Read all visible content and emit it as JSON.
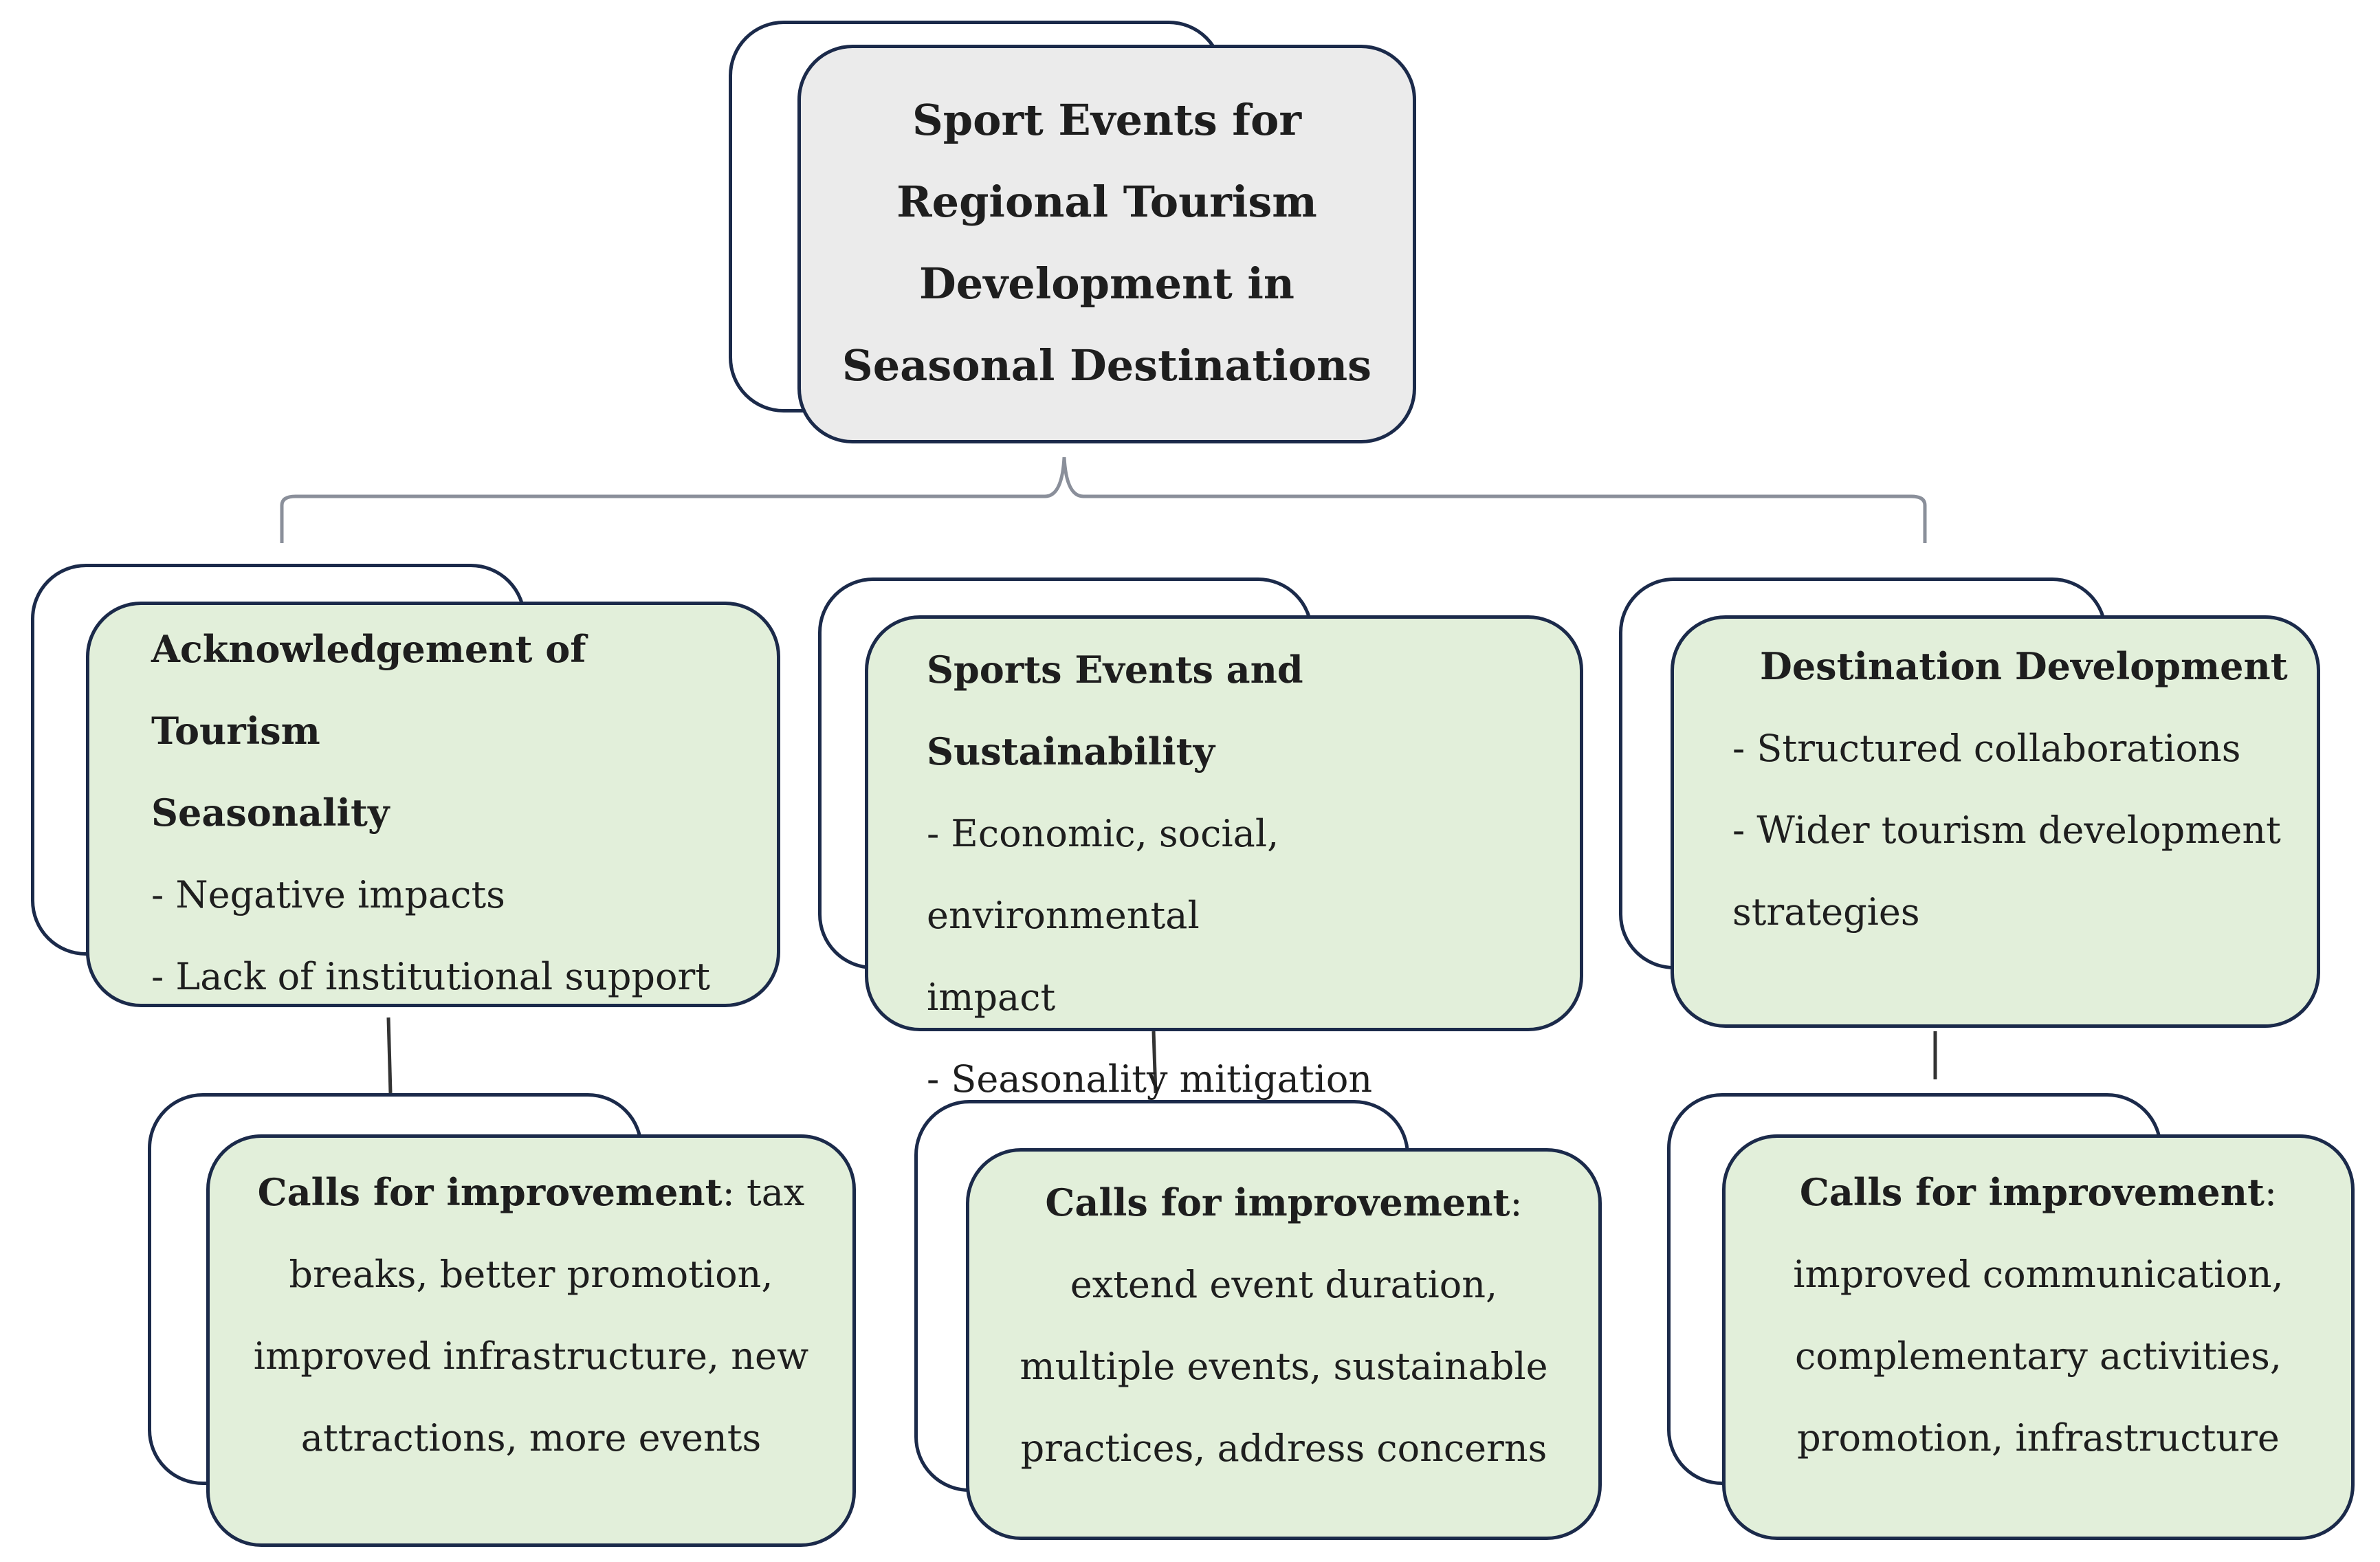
{
  "root": {
    "lines": [
      "Sport Events for",
      "Regional Tourism",
      "Development in",
      "Seasonal Destinations"
    ]
  },
  "branches": [
    {
      "title_lines": [
        "Acknowledgement of Tourism",
        "Seasonality"
      ],
      "items": [
        "- Negative impacts",
        "- Lack of institutional support"
      ],
      "calls": {
        "lead": "Calls for improvement",
        "lines": [
          ": tax",
          "breaks, better promotion,",
          "improved infrastructure, new",
          "attractions, more events"
        ]
      }
    },
    {
      "title_lines": [
        "Sports Events and Sustainability"
      ],
      "items": [
        "- Economic, social, environmental",
        "impact",
        "- Seasonality mitigation"
      ],
      "calls": {
        "lead": "Calls for improvement",
        "lines": [
          ":",
          "extend event duration,",
          "multiple events, sustainable",
          "practices, address concerns"
        ]
      }
    },
    {
      "title_lines": [
        "Destination Development"
      ],
      "items": [
        "- Structured collaborations",
        "- Wider tourism development",
        "strategies"
      ],
      "calls": {
        "lead": "Calls for improvement",
        "lines": [
          ":",
          "improved communication,",
          "complementary activities,",
          "promotion, infrastructure"
        ]
      }
    }
  ],
  "colors": {
    "outline": "#1b2a4a",
    "root_fill": "#ebebeb",
    "node_fill": "#e2efda",
    "connector": "#8a8f9a"
  }
}
